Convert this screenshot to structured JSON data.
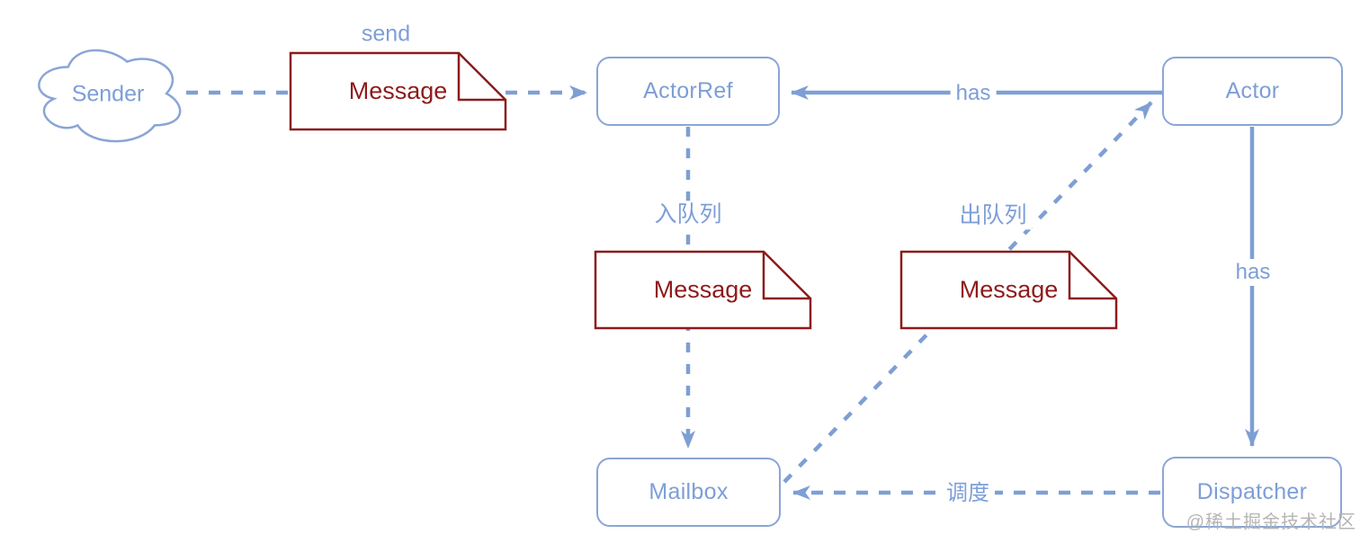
{
  "diagram": {
    "nodes": {
      "sender": {
        "label": "Sender",
        "shape": "cloud"
      },
      "actorRef": {
        "label": "ActorRef",
        "shape": "rounded-rect"
      },
      "actor": {
        "label": "Actor",
        "shape": "rounded-rect"
      },
      "mailbox": {
        "label": "Mailbox",
        "shape": "rounded-rect"
      },
      "dispatcher": {
        "label": "Dispatcher",
        "shape": "rounded-rect"
      }
    },
    "notes": {
      "sent_message": {
        "label": "Message"
      },
      "enqueued_message": {
        "label": "Message"
      },
      "dequeued_message": {
        "label": "Message"
      }
    },
    "edges": {
      "send": {
        "label": "send",
        "from": "Sender",
        "to": "ActorRef",
        "style": "dashed-arrow"
      },
      "has_ref": {
        "label": "has",
        "from": "Actor",
        "to": "ActorRef",
        "style": "solid-arrow"
      },
      "enqueue": {
        "label": "入队列",
        "from": "ActorRef",
        "to": "Mailbox",
        "style": "dashed-arrow"
      },
      "dequeue": {
        "label": "出队列",
        "from": "Mailbox",
        "to": "Actor",
        "style": "dashed-arrow"
      },
      "has_dispatcher": {
        "label": "has",
        "from": "Actor",
        "to": "Dispatcher",
        "style": "solid-arrow"
      },
      "dispatch": {
        "label": "调度",
        "from": "Dispatcher",
        "to": "Mailbox",
        "style": "dashed-arrow"
      }
    },
    "watermark": "@稀土掘金技术社区",
    "colors": {
      "blue": "#7e9fd4",
      "node_border_blue": "#8aa5d6",
      "note_red": "#8e1b1b",
      "watermark_gray": "#b5b5b5",
      "background": "#ffffff"
    }
  }
}
